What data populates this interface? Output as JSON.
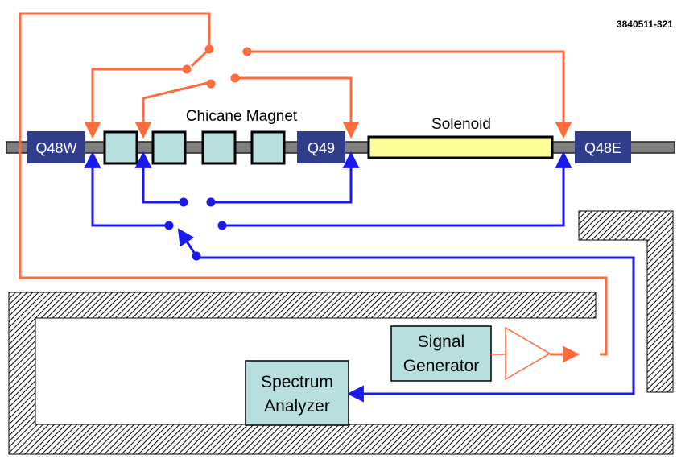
{
  "figure_id": "3840511-321",
  "labels": {
    "chicane": "Chicane Magnet",
    "solenoid": "Solenoid"
  },
  "magnets": {
    "q48w": "Q48W",
    "q49": "Q49",
    "q48e": "Q48E"
  },
  "boxes": {
    "signal_line1": "Signal",
    "signal_line2": "Generator",
    "spectrum_line1": "Spectrum",
    "spectrum_line2": "Analyzer"
  },
  "colors": {
    "orange": "#ff6b3a",
    "blue": "#1a1aee",
    "magnet_fill": "#2f3d8a",
    "chicane_fill": "#b8dfe0",
    "solenoid_fill": "#ffff99",
    "box_fill": "#b8dfe0",
    "beampipe": "#808080"
  }
}
